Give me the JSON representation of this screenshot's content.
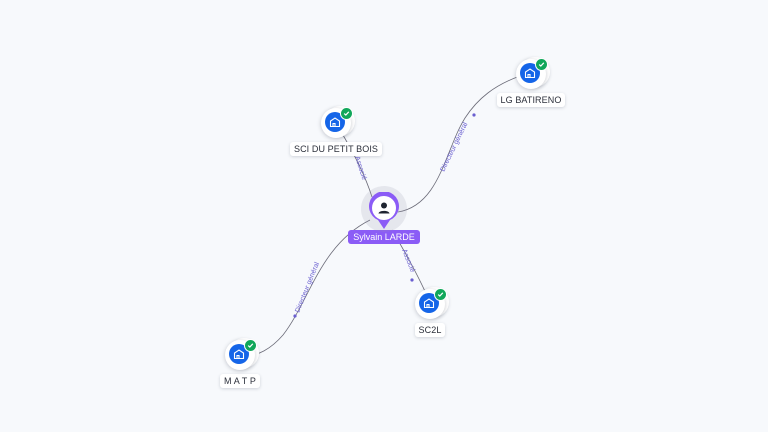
{
  "colors": {
    "background": "#f7f9fc",
    "company_node": "#1565e8",
    "verified_badge": "#11a75a",
    "person_accent": "#8b5cf6",
    "relation_label": "#6a5fd0"
  },
  "center": {
    "name": "Sylvain LARDE",
    "icon": "person-icon"
  },
  "companies": [
    {
      "id": "sci-du-petit-bois",
      "name": "SCI DU PETIT BOIS",
      "icon": "building-icon",
      "badge": "verified-check-icon"
    },
    {
      "id": "lg-batireno",
      "name": "LG BATIRENO",
      "icon": "building-icon",
      "badge": "verified-check-icon"
    },
    {
      "id": "sc2l",
      "name": "SC2L",
      "icon": "building-icon",
      "badge": "verified-check-icon"
    },
    {
      "id": "matp",
      "name": "M A T P",
      "icon": "building-icon",
      "badge": "verified-check-icon"
    }
  ],
  "relations": [
    {
      "to": "sci-du-petit-bois",
      "label": "Associé"
    },
    {
      "to": "lg-batireno",
      "label": "Directeur général"
    },
    {
      "to": "sc2l",
      "label": "Associé"
    },
    {
      "to": "matp",
      "label": "Directeur général"
    }
  ]
}
